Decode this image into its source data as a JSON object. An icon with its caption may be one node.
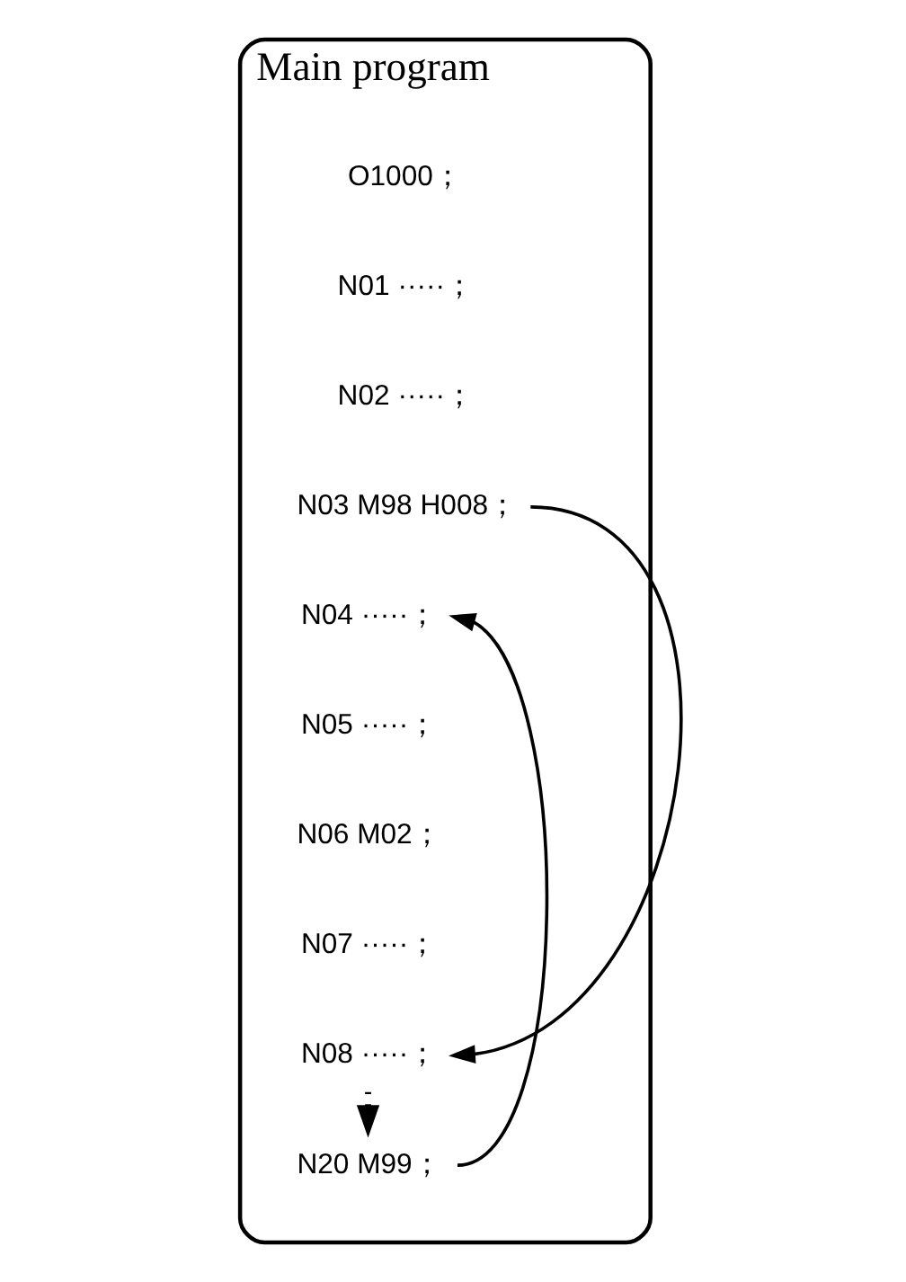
{
  "diagram": {
    "nodes": [
      {
        "text": [
          "Main program"
        ]
      },
      {
        "text": [
          "O1000；"
        ],
        "in": 0
      },
      {
        "text": [
          "N01 ·····；"
        ],
        "in": 0
      },
      {
        "text": [
          "N02 ·····；"
        ],
        "in": 0
      },
      {
        "text": [
          "N03 M98 H008；"
        ],
        "in": 0
      },
      {
        "text": [
          "N04 ·····；"
        ],
        "in": 0
      },
      {
        "text": [
          "N05 ·····；"
        ],
        "in": 0
      },
      {
        "text": [
          "N06 M02；"
        ],
        "in": 0
      },
      {
        "text": [
          "N07 ·····；"
        ],
        "in": 0
      },
      {
        "text": [
          "N08 ·····；"
        ],
        "in": 0
      },
      {
        "text": [
          "N20 M99；"
        ],
        "in": 0
      }
    ],
    "edges": [
      {
        "from": 4,
        "to": 9,
        "arrow": "to"
      },
      {
        "from": 10,
        "to": 5,
        "arrow": "to"
      },
      {
        "from": 9,
        "to": 10,
        "arrow": "to",
        "style": "dashed"
      }
    ]
  }
}
